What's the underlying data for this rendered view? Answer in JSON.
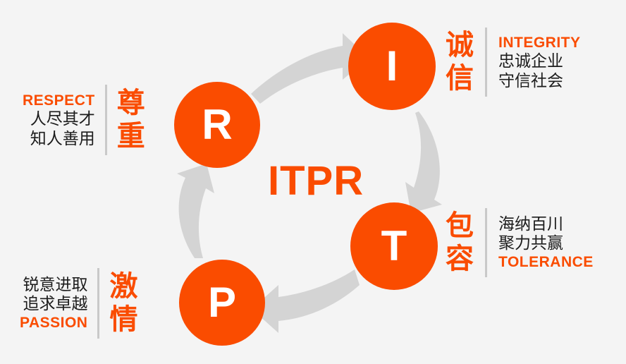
{
  "canvas": {
    "background_color": "#f4f4f4",
    "accent_color": "#fa4c00",
    "arrow_color": "#d4d4d4",
    "divider_color": "#c9c9c9",
    "text_color": "#1c1c1c"
  },
  "center": {
    "acronym": "ITPR"
  },
  "nodes": [
    {
      "id": "respect",
      "letter": "R"
    },
    {
      "id": "integrity",
      "letter": "I"
    },
    {
      "id": "tolerance",
      "letter": "T"
    },
    {
      "id": "passion",
      "letter": "P"
    }
  ],
  "blocks": {
    "respect": {
      "cn_big": "尊\n重",
      "english": "RESPECT",
      "cn_line1": "人尽其才",
      "cn_line2": "知人善用"
    },
    "integrity": {
      "cn_big": "诚\n信",
      "english": "INTEGRITY",
      "cn_line1": "忠诚企业",
      "cn_line2": "守信社会"
    },
    "tolerance": {
      "cn_big": "包\n容",
      "cn_line1": "海纳百川",
      "cn_line2": "聚力共赢",
      "english": "TOLERANCE"
    },
    "passion": {
      "cn_big": "激\n情",
      "cn_line1": "锐意进取",
      "cn_line2": "追求卓越",
      "english": "PASSION"
    }
  },
  "arrows": [
    {
      "id": "arrow-r-to-i",
      "from": "R",
      "to": "I",
      "direction": "up-right"
    },
    {
      "id": "arrow-i-to-t",
      "from": "I",
      "to": "T",
      "direction": "down"
    },
    {
      "id": "arrow-t-to-p",
      "from": "T",
      "to": "P",
      "direction": "left"
    },
    {
      "id": "arrow-p-to-r",
      "from": "P",
      "to": "R",
      "direction": "up"
    }
  ]
}
